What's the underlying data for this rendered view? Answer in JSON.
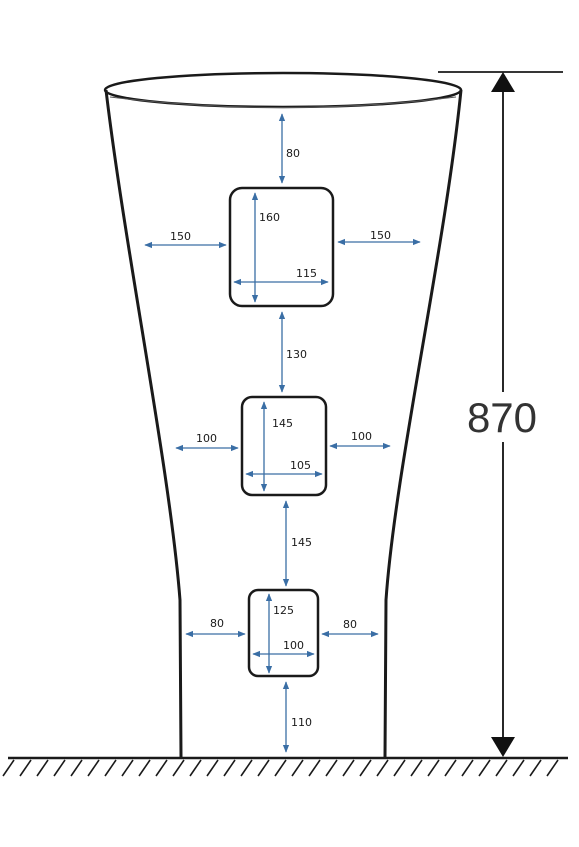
{
  "total_height": "870",
  "openings": {
    "top": {
      "height": "160",
      "width": "115",
      "side_left": "150",
      "side_right": "150",
      "gap_above": "80"
    },
    "middle": {
      "height": "145",
      "width": "105",
      "side_left": "100",
      "side_right": "100",
      "gap_above": "130"
    },
    "bottom": {
      "height": "125",
      "width": "100",
      "side_left": "80",
      "side_right": "80",
      "gap_above": "145",
      "gap_below": "110"
    }
  },
  "colors": {
    "arrow": "#3a6ea5",
    "outline": "#1a1a1a",
    "dimension_line": "#111111"
  }
}
